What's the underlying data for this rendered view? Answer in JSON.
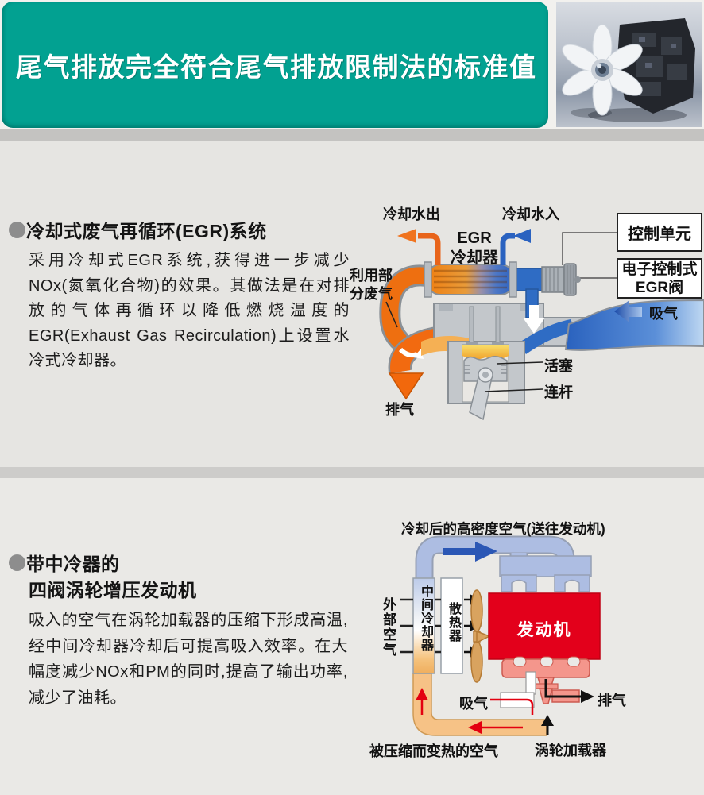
{
  "header": {
    "title": "尾气排放完全符合尾气排放限制法的标准值"
  },
  "s1": {
    "heading": "冷却式废气再循环(EGR)系统",
    "body": "采用冷却式EGR系统,获得进一步减少NOx(氮氧化合物)的效果。其做法是在对排放的气体再循环以降低燃烧温度的EGR(Exhaust Gas Recirculation)上设置水冷式冷却器。",
    "d": {
      "coolant_out": "冷却水出",
      "coolant_in": "冷却水入",
      "cooler_l1": "EGR",
      "cooler_l2": "冷却器",
      "partial_l1": "利用部",
      "partial_l2": "分废气",
      "control_unit": "控制单元",
      "valve_l1": "电子控制式",
      "valve_l2": "EGR阀",
      "intake": "吸气",
      "piston": "活塞",
      "rod": "连杆",
      "exhaust": "排气"
    }
  },
  "s2": {
    "heading_l1": "带中冷器的",
    "heading_l2": "四阀涡轮增压发动机",
    "body": "吸入的空气在涡轮加载器的压缩下形成高温,经中间冷却器冷却后可提高吸入效率。在大幅度减少NOx和PM的同时,提高了输出功率,减少了油耗。",
    "d": {
      "cooled_air": "冷却后的高密度空气(送往发动机)",
      "outside_air": "外部空气",
      "intercooler": "中间冷却器",
      "radiator": "散热器",
      "engine": "发动机",
      "intake": "吸气",
      "exhaust": "排气",
      "turbo": "涡轮加载器",
      "hot_air": "被压缩而变热的空气"
    }
  },
  "colors": {
    "banner_teal": "#02a191",
    "engine_red": "#e3001b",
    "section_bg": "#e6e5e2",
    "band_gray": "#c4c3c1"
  }
}
